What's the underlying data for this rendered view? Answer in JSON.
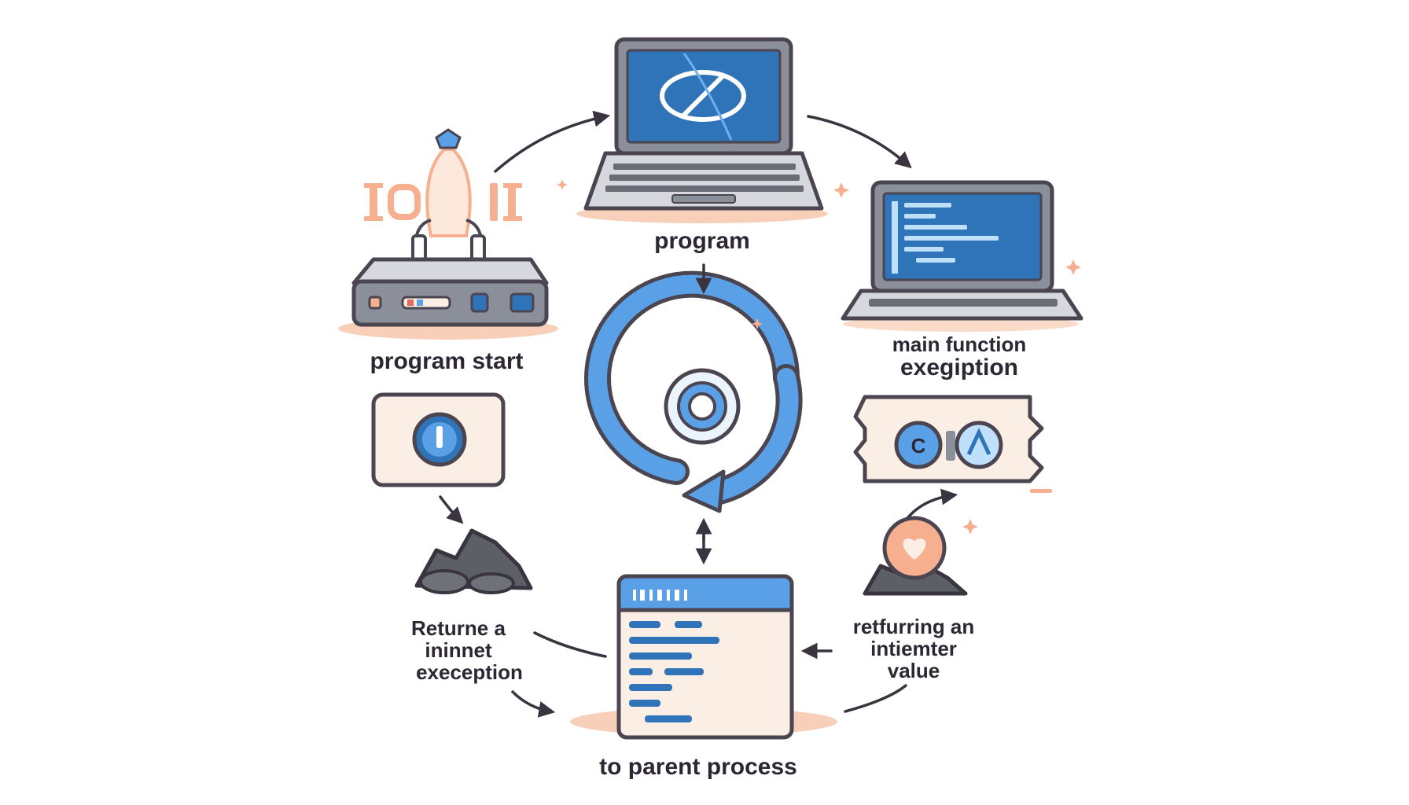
{
  "nodes": {
    "program_start": {
      "label": "program start"
    },
    "program": {
      "label": "program"
    },
    "main_function": {
      "label_line1": "main function",
      "label_line2": "exegiption"
    },
    "returns_exception": {
      "label_line1": "Returne a",
      "label_line2": "ininnet",
      "label_line3": "exeception"
    },
    "returning_integer": {
      "label_line1": "retfurring an",
      "label_line2": "intiemter",
      "label_line3": "value"
    },
    "parent_process": {
      "label": "to parent process"
    }
  },
  "colors": {
    "outline": "#4a4550",
    "screen_blue": "#2f73b8",
    "accent_blue": "#5aa0e6",
    "peach": "#f6b08f",
    "cream": "#fbeee4",
    "device_gray": "#8b8f9a",
    "rock_gray": "#5c5f66"
  },
  "icons": {
    "program_start": "rocket-on-server-icon",
    "program": "laptop-with-symbol-icon",
    "main_function": "laptop-with-code-icon",
    "center": "circular-loop-icon",
    "returns_exception": "info-card-icon",
    "returning_integer": "ticket-card-icon",
    "parent_process": "code-window-icon"
  }
}
